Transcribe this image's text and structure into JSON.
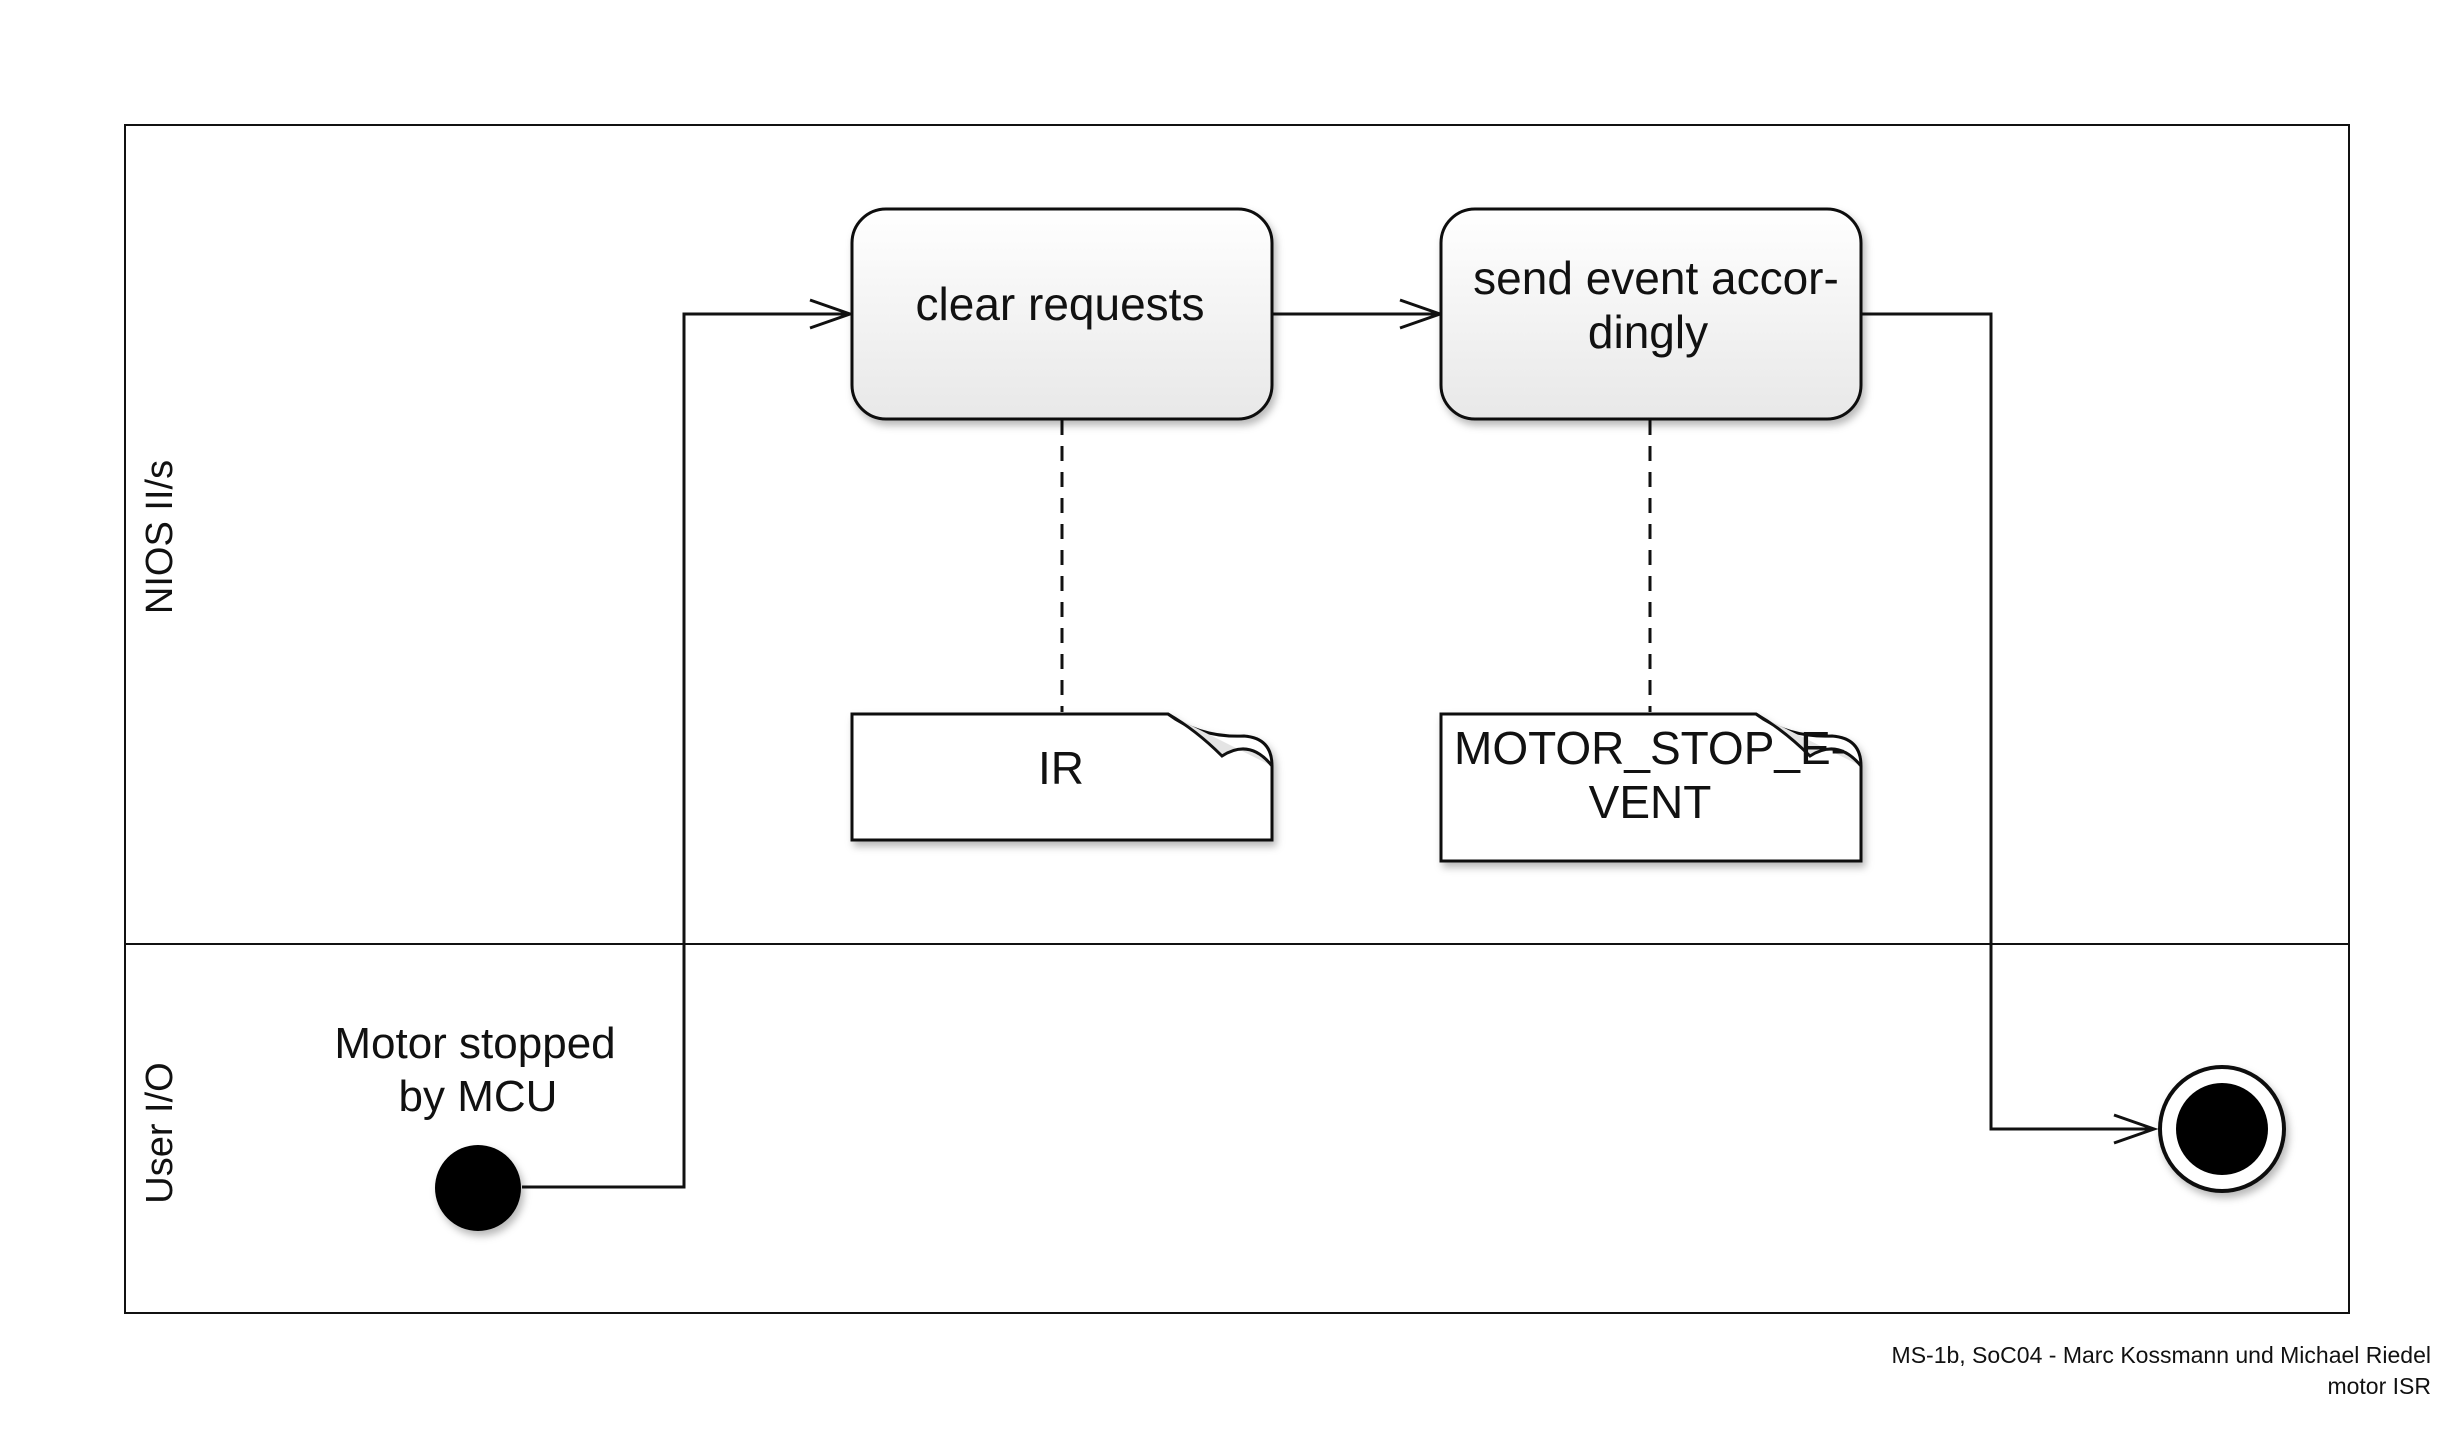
{
  "swimlanes": {
    "top": {
      "label": "NIOS II/s"
    },
    "bottom": {
      "label": "User I/O"
    }
  },
  "start": {
    "label_line1": "Motor stopped",
    "label_line2": "by MCU"
  },
  "actions": {
    "clear": {
      "label": "clear requests"
    },
    "send": {
      "label_line1": "send event accor-",
      "label_line2": "dingly"
    }
  },
  "objects": {
    "ir": {
      "label": "IR"
    },
    "event": {
      "label_line1": "MOTOR_STOP_E-",
      "label_line2": "VENT"
    }
  },
  "footer": {
    "line1": "MS-1b, SoC04 - Marc Kossmann und Michael Riedel",
    "line2": "motor ISR"
  },
  "colors": {
    "stroke": "#111111",
    "action_fill_top": "#ffffff",
    "action_fill_bottom": "#e9e9e9",
    "node_fill": "#000000"
  }
}
